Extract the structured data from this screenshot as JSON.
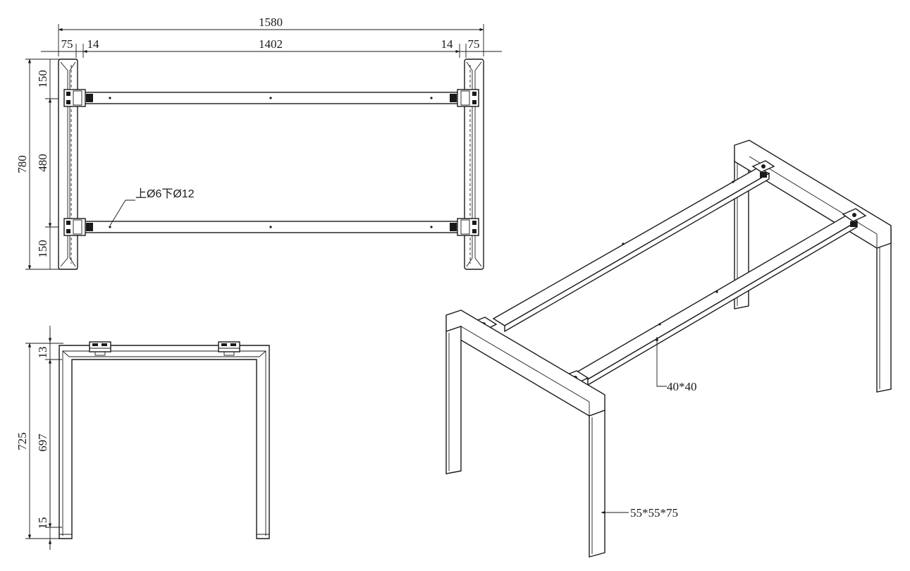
{
  "plan_view": {
    "overall_width": "1580",
    "leg_left": "75",
    "gap_left": "14",
    "inner_width": "1402",
    "gap_right": "14",
    "leg_right": "75",
    "overall_depth": "780",
    "offset_top": "150",
    "beam_spacing": "480",
    "offset_bottom": "150",
    "hole_note": "上Ø6下Ø12"
  },
  "side_view": {
    "overall_height": "725",
    "top_thickness": "13",
    "leg_height": "697",
    "foot_height": "15"
  },
  "iso_view": {
    "beam_section": "40*40",
    "leg_section": "55*55*75"
  }
}
